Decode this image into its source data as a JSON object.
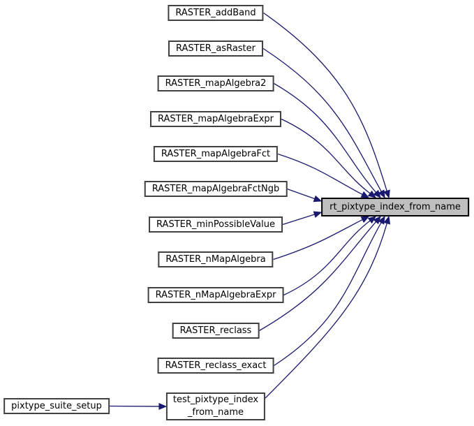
{
  "figure": {
    "kind": "call-graph",
    "description": "Callers of rt_pixtype_index_from_name"
  },
  "nodes": {
    "RASTER_addBand": "RASTER_addBand",
    "RASTER_asRaster": "RASTER_asRaster",
    "RASTER_mapAlgebra2": "RASTER_mapAlgebra2",
    "RASTER_mapAlgebraExpr": "RASTER_mapAlgebraExpr",
    "RASTER_mapAlgebraFct": "RASTER_mapAlgebraFct",
    "RASTER_mapAlgebraFctNgb": "RASTER_mapAlgebraFctNgb",
    "RASTER_minPossibleValue": "RASTER_minPossibleValue",
    "RASTER_nMapAlgebra": "RASTER_nMapAlgebra",
    "RASTER_nMapAlgebraExpr": "RASTER_nMapAlgebraExpr",
    "RASTER_reclass": "RASTER_reclass",
    "RASTER_reclass_exact": "RASTER_reclass_exact",
    "test_pixtype_index_from_name": "test_pixtype_index\n_from_name",
    "pixtype_suite_setup": "pixtype_suite_setup",
    "rt_pixtype_index_from_name": "rt_pixtype_index_from_name"
  },
  "edges": [
    {
      "from": "RASTER_addBand",
      "to": "rt_pixtype_index_from_name"
    },
    {
      "from": "RASTER_asRaster",
      "to": "rt_pixtype_index_from_name"
    },
    {
      "from": "RASTER_mapAlgebra2",
      "to": "rt_pixtype_index_from_name"
    },
    {
      "from": "RASTER_mapAlgebraExpr",
      "to": "rt_pixtype_index_from_name"
    },
    {
      "from": "RASTER_mapAlgebraFct",
      "to": "rt_pixtype_index_from_name"
    },
    {
      "from": "RASTER_mapAlgebraFctNgb",
      "to": "rt_pixtype_index_from_name"
    },
    {
      "from": "RASTER_minPossibleValue",
      "to": "rt_pixtype_index_from_name"
    },
    {
      "from": "RASTER_nMapAlgebra",
      "to": "rt_pixtype_index_from_name"
    },
    {
      "from": "RASTER_nMapAlgebraExpr",
      "to": "rt_pixtype_index_from_name"
    },
    {
      "from": "RASTER_reclass",
      "to": "rt_pixtype_index_from_name"
    },
    {
      "from": "RASTER_reclass_exact",
      "to": "rt_pixtype_index_from_name"
    },
    {
      "from": "test_pixtype_index_from_name",
      "to": "rt_pixtype_index_from_name"
    },
    {
      "from": "pixtype_suite_setup",
      "to": "test_pixtype_index_from_name"
    }
  ],
  "colors": {
    "edge": "#191970",
    "node_border": "#404040",
    "node_fill": "#ffffff",
    "center_fill": "#bfbfbf",
    "center_border": "#000000",
    "text": "#000000",
    "background": "#ffffff"
  }
}
